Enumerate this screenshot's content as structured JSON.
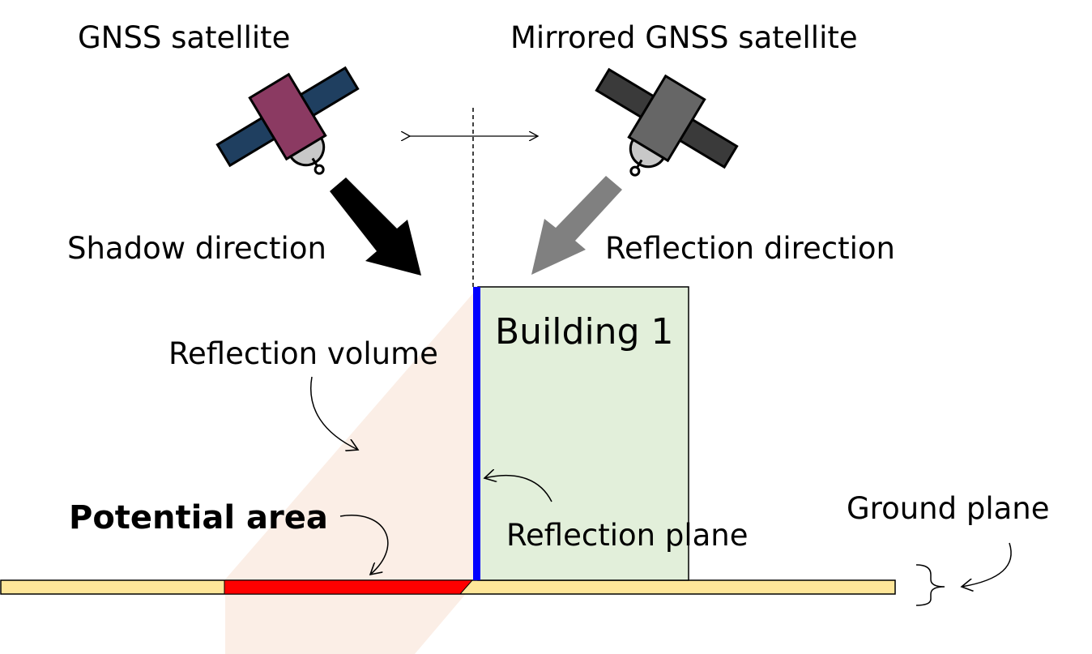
{
  "labels": {
    "gnss_satellite": "GNSS satellite",
    "mirrored_satellite": "Mirrored GNSS satellite",
    "shadow_direction": "Shadow direction",
    "reflection_direction": "Reflection direction",
    "building": "Building 1",
    "reflection_volume": "Reflection volume",
    "potential_area": "Potential area",
    "reflection_plane": "Reflection plane",
    "ground_plane": "Ground plane"
  },
  "colors": {
    "satellite_body": "#8b3a62",
    "satellite_panel": "#1f3f60",
    "mirrored_body": "#666666",
    "mirrored_panel": "#3a3a3a",
    "dish": "#c8c8c8",
    "shadow_arrow": "#000000",
    "reflection_arrow": "#808080",
    "building_fill": "#e2efda",
    "reflection_plane": "#0000ff",
    "reflection_volume": "#fbeee6",
    "ground": "#ffe699",
    "potential_area": "#ff0000"
  },
  "icons": {
    "satellite": "satellite-icon",
    "mirrored_satellite": "mirrored-satellite-icon"
  }
}
